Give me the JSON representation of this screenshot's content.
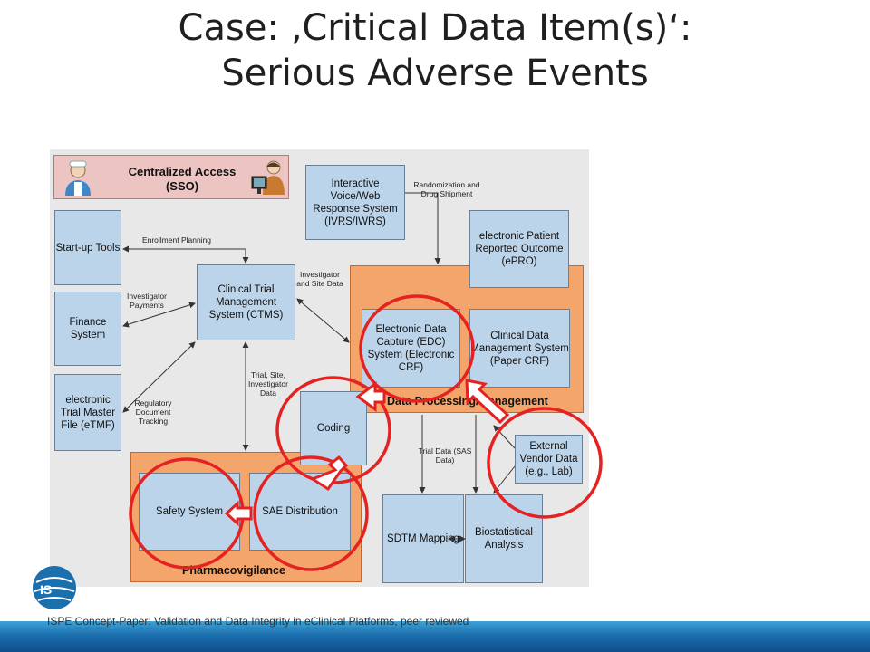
{
  "slide": {
    "title_line1": "Case: ‚Critical Data Item(s)‘:",
    "title_line2": "Serious Adverse Events",
    "footer": "ISPE Concept-Paper: Validation and Data Integrity in eClinical Platforms, peer reviewed",
    "logo_text": "IS"
  },
  "diagram": {
    "sso": "Centralized Access (SSO)",
    "boxes": {
      "ivrs": "Interactive Voice/Web Response System (IVRS/IWRS)",
      "startup": "Start-up Tools",
      "finance": "Finance System",
      "etmf": "electronic Trial Master File (eTMF)",
      "ctms": "Clinical Trial Management System (CTMS)",
      "epro": "electronic Patient Reported Outcome (ePRO)",
      "edc": "Electronic Data Capture (EDC) System (Electronic CRF)",
      "cdms": "Clinical Data Management System (Paper CRF)",
      "coding": "Coding",
      "external": "External Vendor Data (e.g., Lab)",
      "safety": "Safety System",
      "sae": "SAE Distribution",
      "sdtm": "SDTM Mapping",
      "biostat": "Biostatistical Analysis"
    },
    "zones": {
      "data_processing": "Data Processing/Management",
      "pharmacovigilance": "Pharmacovigilance"
    },
    "edge_labels": {
      "randomization": "Randomization and Drug Shipment",
      "enrollment": "Enrollment Planning",
      "inv_payments": "Investigator Payments",
      "inv_site": "Investigator and Site Data",
      "trial_site": "Trial, Site, Investigator Data",
      "regulatory": "Regulatory Document Tracking",
      "trial_data": "Trial Data (SAS Data)"
    }
  },
  "colors": {
    "box_fill": "#bcd4ea",
    "zone_fill": "#f4a56b",
    "sso_fill": "#ecc5c3",
    "highlight": "#e52222",
    "footer": "#1b6fad"
  }
}
